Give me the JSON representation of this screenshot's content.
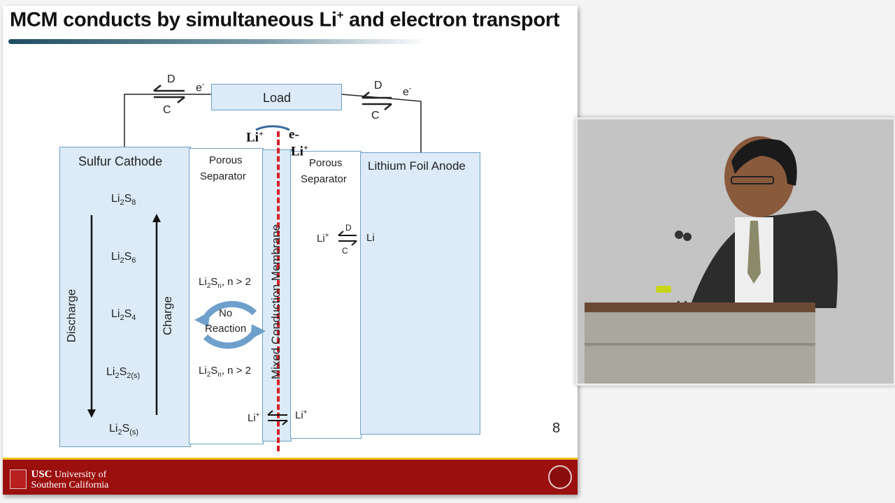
{
  "slide": {
    "title_main": "MCM conducts by simultaneous Li",
    "title_sup": "+",
    "title_rest": " and electron transport",
    "page_number": "8"
  },
  "circuit": {
    "load": "Load",
    "left_D": "D",
    "left_C": "C",
    "left_e": "e",
    "right_D": "D",
    "right_C": "C",
    "right_e": "e",
    "minus": "-",
    "top_li": "Li",
    "top_plus": "+",
    "top_e": "e-",
    "top_li2": "Li",
    "top_plus2": "+"
  },
  "cathode": {
    "header": "Sulfur Cathode",
    "species": [
      "Li2S8",
      "Li2S6",
      "Li2S4",
      "Li2S2(s)",
      "Li2S(s)"
    ],
    "discharge": "Discharge",
    "charge": "Charge"
  },
  "separator_left": {
    "header_1": "Porous",
    "header_2": "Separator",
    "li2sn_top": "Li2Sn, n > 2",
    "no_reaction_1": "No",
    "no_reaction_2": "Reaction",
    "li2sn_bottom": "Li2Sn, n > 2",
    "li_left": "Li",
    "plus": "+",
    "li_right": "Li"
  },
  "membrane": {
    "label": "Mixed Conduction Membrane"
  },
  "separator_right": {
    "header_1": "Porous",
    "header_2": "Separator",
    "li_plus": "Li",
    "plus": "+",
    "D": "D",
    "C": "C",
    "li": "Li"
  },
  "anode": {
    "header": "Lithium Foil Anode"
  },
  "footer": {
    "usc": "USC",
    "university_of": "University of",
    "southern_california": "Southern California"
  },
  "colors": {
    "cell_blue": "#dcebf7",
    "border_blue": "#6f9fc3",
    "membrane_red": "#d71f26",
    "usc_cardinal": "#9b0f0f",
    "usc_gold": "#f0c419"
  }
}
